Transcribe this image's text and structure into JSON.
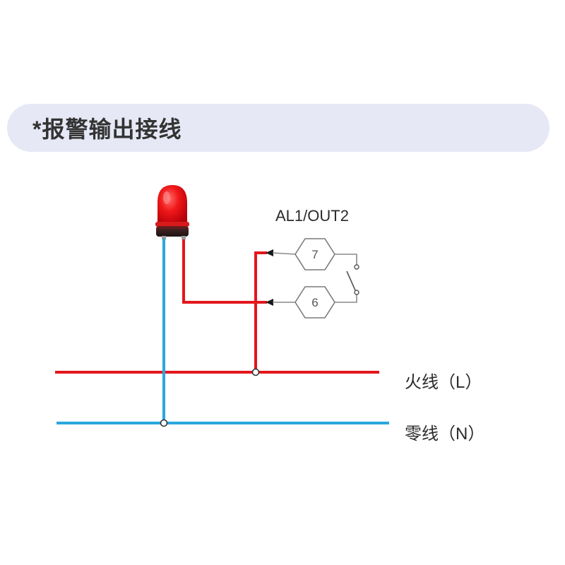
{
  "header": {
    "title": "*报警输出接线"
  },
  "diagram": {
    "alarm_light_icon": "alarm-light-icon",
    "output_label": "AL1/OUT2",
    "terminals": [
      "7",
      "6"
    ],
    "live_line_label": "火线（L）",
    "neutral_line_label": "零线（N）"
  },
  "colors": {
    "header_background": "#e6e8f6",
    "live_wire": "#e3161c",
    "neutral_wire": "#2aa7de",
    "terminal_lines": "#8a8a8a"
  }
}
